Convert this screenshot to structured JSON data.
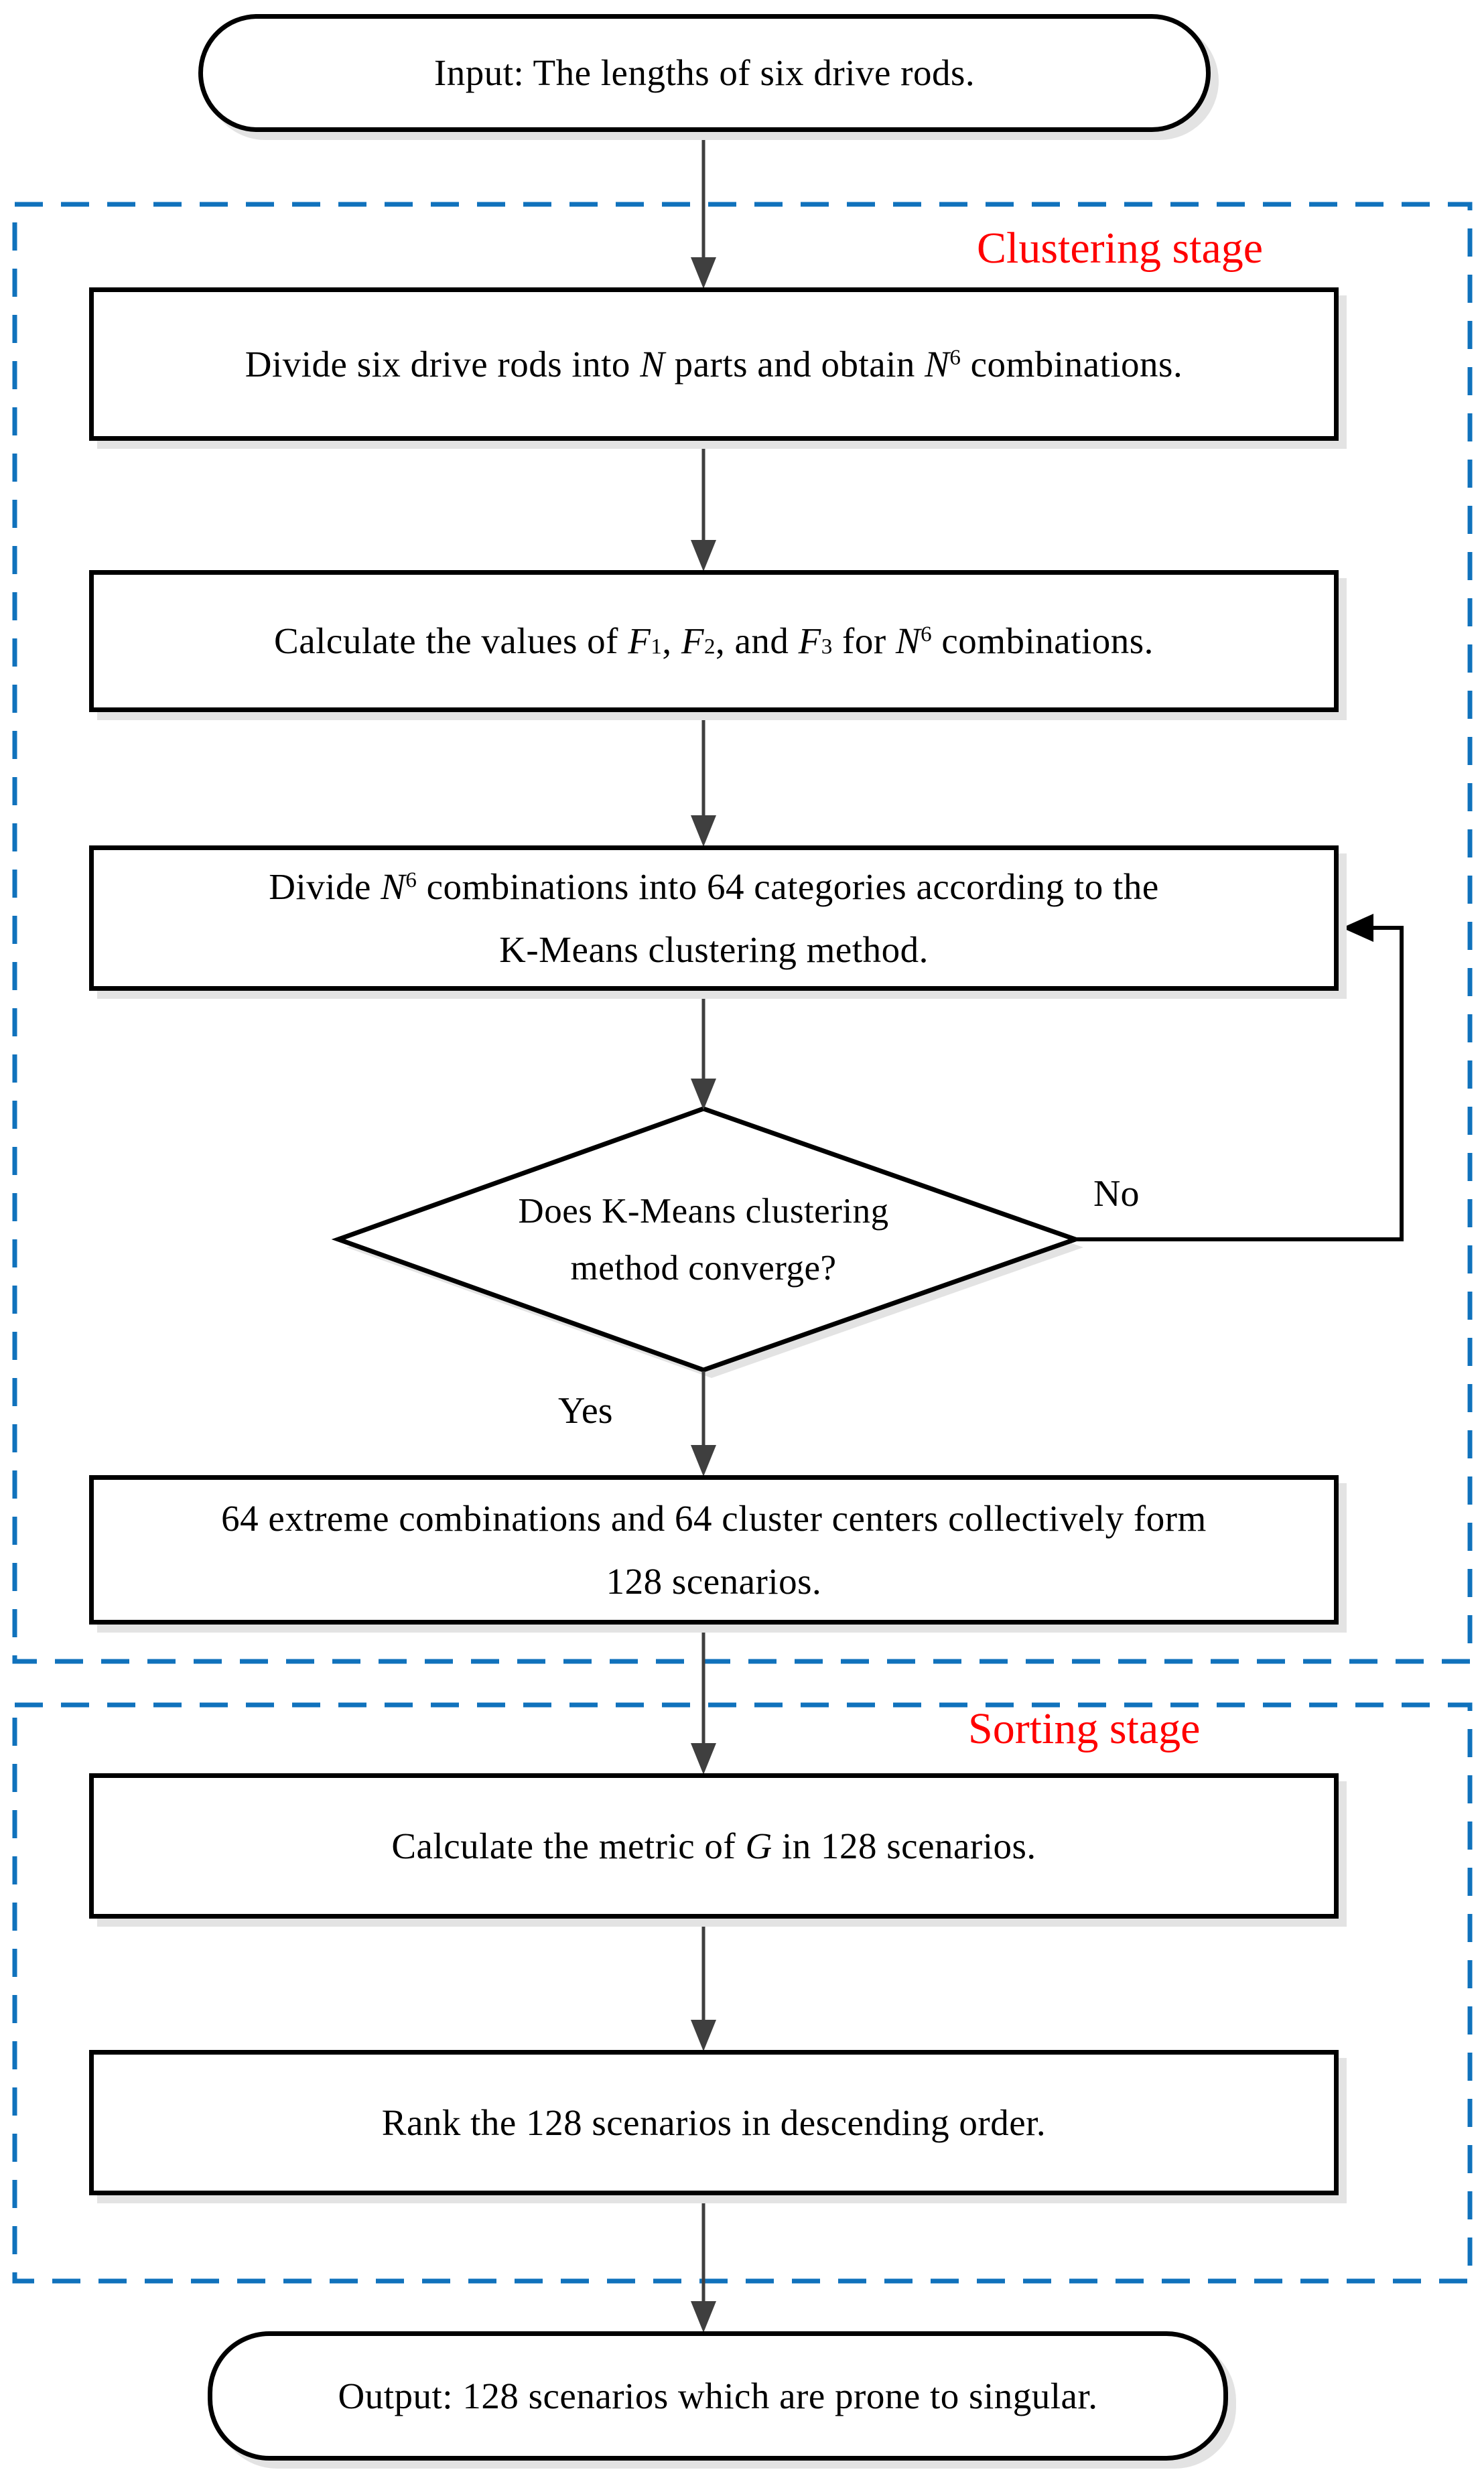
{
  "colors": {
    "stage_border": "#1072BC",
    "stage_label": "#FF0000",
    "connector": "#000000",
    "arrow": "#3F3F3F",
    "shadow": "#E3E3E3"
  },
  "stages": {
    "clustering_label": "Clustering stage",
    "sorting_label": "Sorting stage"
  },
  "edge_labels": {
    "no": "No",
    "yes": "Yes"
  },
  "nodes": {
    "input": {
      "segments": [
        {
          "t": "Input: The lengths of six drive rods."
        }
      ]
    },
    "step1": {
      "segments": [
        {
          "t": "Divide six drive rods into "
        },
        {
          "t": "N",
          "i": true
        },
        {
          "t": " parts and obtain "
        },
        {
          "t": "N",
          "i": true
        },
        {
          "t": "6",
          "sup": true
        },
        {
          "t": " combinations."
        }
      ]
    },
    "step2": {
      "segments": [
        {
          "t": "Calculate the values of "
        },
        {
          "t": "F",
          "i": true
        },
        {
          "t": "1",
          "sub": true
        },
        {
          "t": ", "
        },
        {
          "t": "F",
          "i": true
        },
        {
          "t": "2",
          "sub": true
        },
        {
          "t": ", and "
        },
        {
          "t": "F",
          "i": true
        },
        {
          "t": "3",
          "sub": true
        },
        {
          "t": " for "
        },
        {
          "t": "N",
          "i": true
        },
        {
          "t": "6",
          "sup": true
        },
        {
          "t": " combinations."
        }
      ]
    },
    "step3": {
      "segments": [
        {
          "t": "Divide "
        },
        {
          "t": "N",
          "i": true
        },
        {
          "t": "6",
          "sup": true
        },
        {
          "t": " combinations into 64 categories according to the"
        },
        {
          "br": true
        },
        {
          "t": "K-Means clustering method."
        }
      ]
    },
    "decision": {
      "segments": [
        {
          "t": "Does K-Means clustering"
        },
        {
          "br": true
        },
        {
          "t": "method converge?"
        }
      ]
    },
    "step4": {
      "segments": [
        {
          "t": "64 extreme combinations and 64 cluster centers collectively form"
        },
        {
          "br": true
        },
        {
          "t": "128 scenarios."
        }
      ]
    },
    "step5": {
      "segments": [
        {
          "t": "Calculate the metric of "
        },
        {
          "t": "G",
          "i": true
        },
        {
          "t": " in 128 scenarios."
        }
      ]
    },
    "step6": {
      "segments": [
        {
          "t": "Rank the 128 scenarios in descending order."
        }
      ]
    },
    "output": {
      "segments": [
        {
          "t": "Output: 128 scenarios which are prone to singular."
        }
      ]
    }
  }
}
